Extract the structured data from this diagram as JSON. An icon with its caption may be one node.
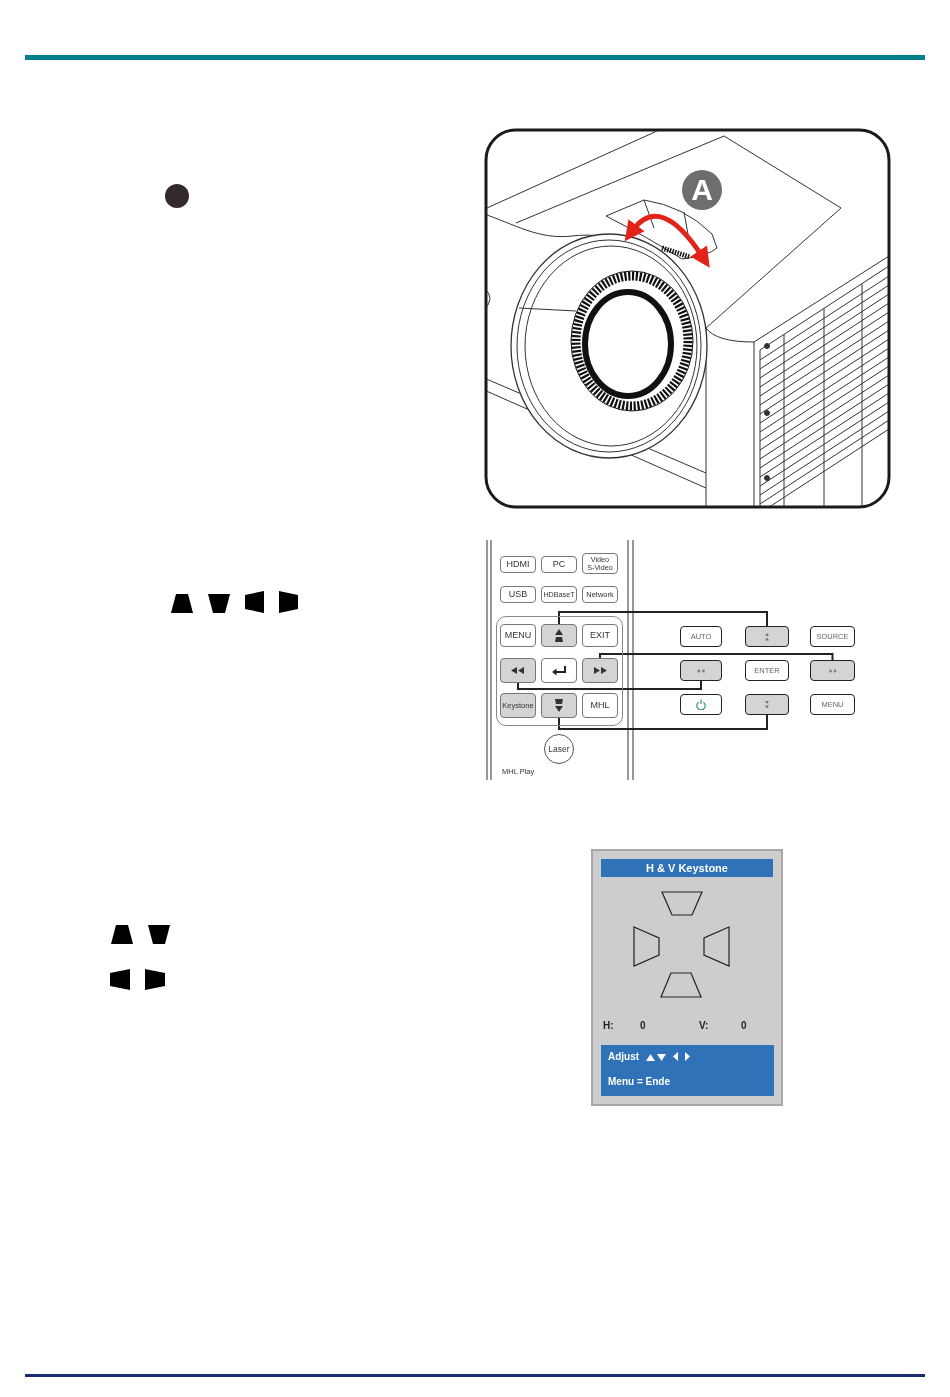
{
  "diagram": {
    "nodes": [
      {
        "text": [
          "HDMI"
        ]
      },
      {
        "text": [
          "PC"
        ]
      },
      {
        "text": [
          "Video S-Video"
        ]
      },
      {
        "text": [
          "USB"
        ]
      },
      {
        "text": [
          "HDBaseT"
        ]
      },
      {
        "text": [
          "Network"
        ]
      },
      {
        "text": [],
        "shape": "box"
      },
      {
        "text": [
          "MENU"
        ],
        "in": 6
      },
      {
        "text": [],
        "shape": "box",
        "in": 6
      },
      {
        "text": [
          "EXIT"
        ],
        "in": 6
      },
      {
        "text": [],
        "shape": "box",
        "in": 6
      },
      {
        "text": [],
        "shape": "box",
        "in": 6
      },
      {
        "text": [],
        "shape": "box",
        "in": 6
      },
      {
        "text": [
          "Keystone"
        ],
        "in": 6
      },
      {
        "text": [],
        "shape": "box",
        "in": 6
      },
      {
        "text": [
          "MHL"
        ],
        "in": 6
      },
      {
        "text": [
          "Laser"
        ]
      },
      {
        "text": [
          "AUTO"
        ]
      },
      {
        "text": [],
        "shape": "box"
      },
      {
        "text": [
          "SOURCE"
        ]
      },
      {
        "text": [],
        "shape": "box"
      },
      {
        "text": [
          "ENTER"
        ]
      },
      {
        "text": [],
        "shape": "box"
      },
      {
        "text": [],
        "shape": "box"
      },
      {
        "text": [],
        "shape": "box"
      },
      {
        "text": [
          "MENU"
        ]
      },
      {
        "text": [
          "H & V Keystone",
          "H:",
          "0",
          "V:",
          "0"
        ]
      },
      {
        "text": [
          "Adjust",
          "Menu = Ende"
        ],
        "in": 26
      }
    ],
    "edges": [
      {
        "from": 8,
        "to": 18,
        "arrow": "none"
      },
      {
        "from": 12,
        "to": 22,
        "arrow": "none"
      },
      {
        "from": 10,
        "to": 20,
        "arrow": "none"
      },
      {
        "from": 14,
        "to": 24,
        "arrow": "none"
      }
    ],
    "labels": [
      "A",
      "MHL Play"
    ]
  }
}
